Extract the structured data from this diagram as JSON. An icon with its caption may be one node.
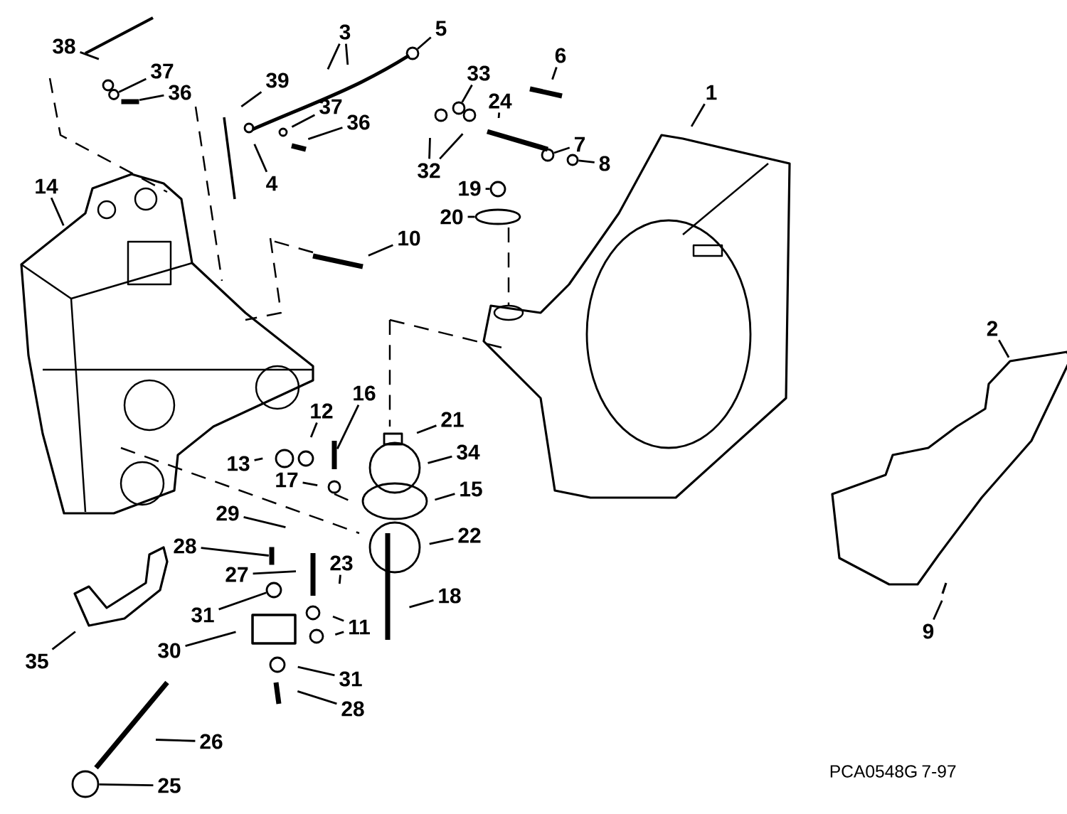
{
  "diagram": {
    "nodes": [
      {
        "text": [
          "38"
        ]
      },
      {
        "text": [
          "3"
        ]
      },
      {
        "text": [
          "5"
        ]
      },
      {
        "text": [
          "37"
        ]
      },
      {
        "text": [
          "39"
        ]
      },
      {
        "text": [
          "36"
        ]
      },
      {
        "text": [
          "33"
        ]
      },
      {
        "text": [
          "6"
        ]
      },
      {
        "text": [
          "1"
        ]
      },
      {
        "text": [
          "37"
        ]
      },
      {
        "text": [
          "24"
        ]
      },
      {
        "text": [
          "36"
        ]
      },
      {
        "text": [
          "7"
        ]
      },
      {
        "text": [
          "8"
        ]
      },
      {
        "text": [
          "32"
        ]
      },
      {
        "text": [
          "4"
        ]
      },
      {
        "text": [
          "14"
        ]
      },
      {
        "text": [
          "19"
        ]
      },
      {
        "text": [
          "20"
        ]
      },
      {
        "text": [
          "10"
        ]
      },
      {
        "text": [
          "2"
        ]
      },
      {
        "text": [
          "16"
        ]
      },
      {
        "text": [
          "12"
        ]
      },
      {
        "text": [
          "21"
        ]
      },
      {
        "text": [
          "34"
        ]
      },
      {
        "text": [
          "13"
        ]
      },
      {
        "text": [
          "17"
        ]
      },
      {
        "text": [
          "15"
        ]
      },
      {
        "text": [
          "29"
        ]
      },
      {
        "text": [
          "22"
        ]
      },
      {
        "text": [
          "28"
        ]
      },
      {
        "text": [
          "27"
        ]
      },
      {
        "text": [
          "23"
        ]
      },
      {
        "text": [
          "18"
        ]
      },
      {
        "text": [
          "31"
        ]
      },
      {
        "text": [
          "11"
        ]
      },
      {
        "text": [
          "9"
        ]
      },
      {
        "text": [
          "30"
        ]
      },
      {
        "text": [
          "35"
        ]
      },
      {
        "text": [
          "31"
        ]
      },
      {
        "text": [
          "28"
        ]
      },
      {
        "text": [
          "26"
        ]
      },
      {
        "text": [
          "25"
        ]
      },
      {
        "text": [],
        "shape": "circle"
      },
      {
        "text": [],
        "shape": "bar"
      },
      {
        "text": [],
        "shape": "circle"
      },
      {
        "text": [],
        "shape": "circle"
      },
      {
        "text": [],
        "shape": "circle"
      },
      {
        "text": [],
        "shape": "circle"
      },
      {
        "text": [],
        "shape": "bar"
      },
      {
        "text": [],
        "shape": "bar"
      },
      {
        "text": [],
        "shape": "circle"
      },
      {
        "text": [],
        "shape": "circle"
      },
      {
        "text": [],
        "shape": "circle"
      },
      {
        "text": [],
        "shape": "circle"
      }
    ],
    "edges": [
      {
        "from": 0,
        "to": null,
        "arrow": "none"
      },
      {
        "from": 1,
        "to": null,
        "arrow": "none"
      },
      {
        "from": 1,
        "to": null,
        "arrow": "none"
      },
      {
        "from": 2,
        "to": 43,
        "arrow": "none"
      },
      {
        "from": 3,
        "to": 53,
        "arrow": "none"
      },
      {
        "from": 4,
        "to": null,
        "arrow": "none"
      },
      {
        "from": 5,
        "to": 44,
        "arrow": "none"
      },
      {
        "from": 6,
        "to": 45,
        "arrow": "none"
      },
      {
        "from": 7,
        "to": null,
        "arrow": "none"
      },
      {
        "from": 8,
        "to": null,
        "arrow": "none"
      },
      {
        "from": 9,
        "to": null,
        "arrow": "none"
      },
      {
        "from": 10,
        "to": null,
        "arrow": "none"
      },
      {
        "from": 11,
        "to": null,
        "arrow": "none"
      },
      {
        "from": 12,
        "to": 46,
        "arrow": "none"
      },
      {
        "from": 13,
        "to": 47,
        "arrow": "none"
      },
      {
        "from": 14,
        "to": null,
        "arrow": "none"
      },
      {
        "from": 14,
        "to": null,
        "arrow": "none"
      },
      {
        "from": 15,
        "to": null,
        "arrow": "none"
      },
      {
        "from": 16,
        "to": null,
        "arrow": "none"
      },
      {
        "from": 17,
        "to": 48,
        "arrow": "none"
      },
      {
        "from": 18,
        "to": 54,
        "arrow": "none"
      },
      {
        "from": 19,
        "to": null,
        "arrow": "none"
      },
      {
        "from": 20,
        "to": null,
        "arrow": "none"
      },
      {
        "from": 21,
        "to": 49,
        "arrow": "none"
      },
      {
        "from": 22,
        "to": null,
        "arrow": "none"
      },
      {
        "from": 23,
        "to": null,
        "arrow": "none"
      },
      {
        "from": 24,
        "to": null,
        "arrow": "none"
      },
      {
        "from": 25,
        "to": null,
        "arrow": "none"
      },
      {
        "from": 26,
        "to": null,
        "arrow": "none"
      },
      {
        "from": 27,
        "to": null,
        "arrow": "none"
      },
      {
        "from": 28,
        "to": null,
        "arrow": "none"
      },
      {
        "from": 29,
        "to": null,
        "arrow": "none"
      },
      {
        "from": 30,
        "to": 50,
        "arrow": "none"
      },
      {
        "from": 31,
        "to": null,
        "arrow": "none"
      },
      {
        "from": 32,
        "to": null,
        "arrow": "none"
      },
      {
        "from": 33,
        "to": null,
        "arrow": "none"
      },
      {
        "from": 34,
        "to": 51,
        "arrow": "none"
      },
      {
        "from": 35,
        "to": null,
        "arrow": "none"
      },
      {
        "from": 35,
        "to": null,
        "arrow": "none"
      },
      {
        "from": 36,
        "to": null,
        "arrow": "none"
      },
      {
        "from": 37,
        "to": null,
        "arrow": "none"
      },
      {
        "from": 38,
        "to": null,
        "arrow": "none"
      },
      {
        "from": 39,
        "to": null,
        "arrow": "none"
      },
      {
        "from": 40,
        "to": null,
        "arrow": "none"
      },
      {
        "from": 41,
        "to": null,
        "arrow": "none"
      },
      {
        "from": 42,
        "to": 52,
        "arrow": "none"
      }
    ],
    "labels": [
      "PCA0548G",
      "7-97"
    ]
  }
}
